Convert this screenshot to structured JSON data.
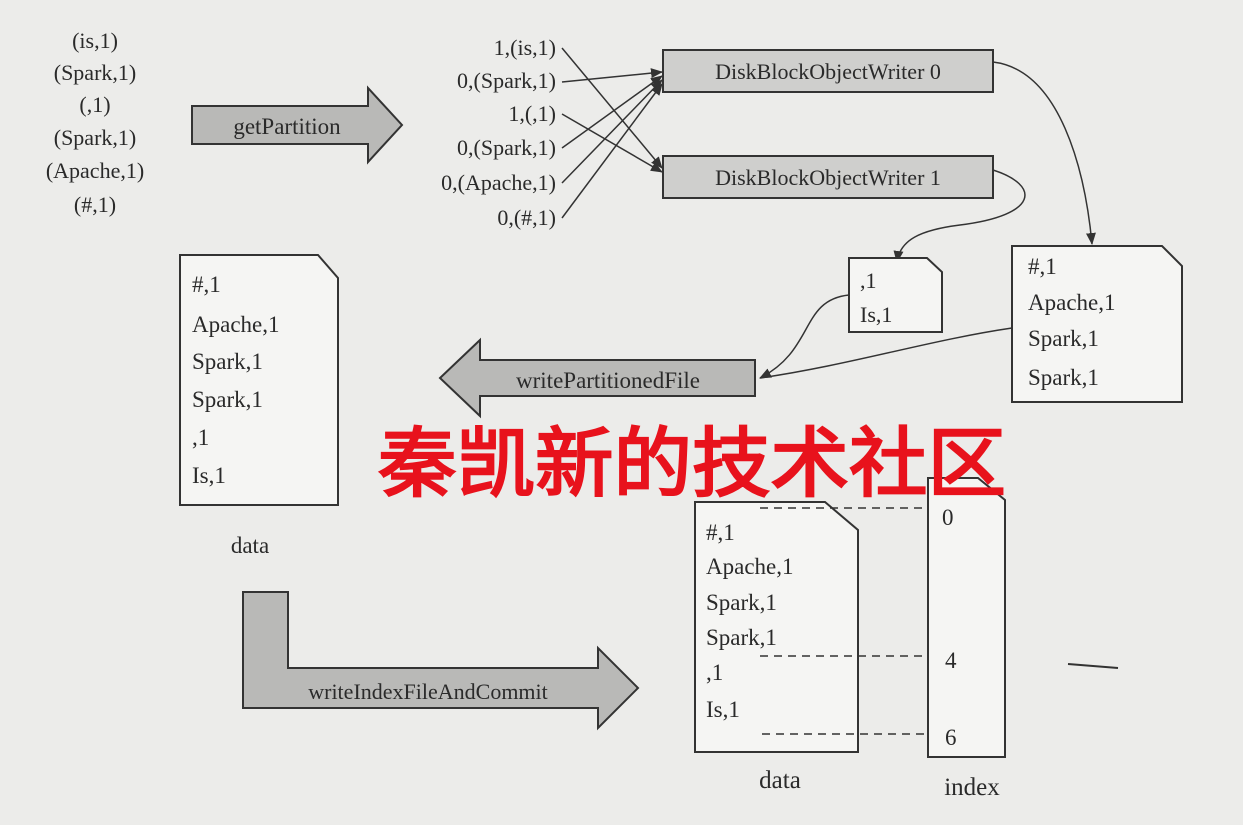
{
  "input_records": [
    "(is,1)",
    "(Spark,1)",
    "(,1)",
    "(Spark,1)",
    "(Apache,1)",
    "(#,1)"
  ],
  "partitioned_records": [
    "1,(is,1)",
    "0,(Spark,1)",
    "1,(,1)",
    "0,(Spark,1)",
    "0,(Apache,1)",
    "0,(#,1)"
  ],
  "arrows": {
    "get_partition": "getPartition",
    "write_partitioned_file": "writePartitionedFile",
    "write_index": "writeIndexFileAndCommit"
  },
  "writers": [
    "DiskBlockObjectWriter 0",
    "DiskBlockObjectWriter 1"
  ],
  "partition0_file": [
    "#,1",
    "Apache,1",
    "Spark,1",
    "Spark,1"
  ],
  "partition1_file": [
    ",1",
    "Is,1"
  ],
  "data_file": [
    "#,1",
    "Apache,1",
    "Spark,1",
    "Spark,1",
    ",1",
    "Is,1"
  ],
  "data_label": "data",
  "final_data_file": [
    "#,1",
    "Apache,1",
    "Spark,1",
    "Spark,1",
    ",1",
    "Is,1"
  ],
  "final_data_label": "data",
  "index_values": [
    "0",
    "4",
    "6"
  ],
  "index_label": "index",
  "watermark": "秦凯新的技术社区"
}
